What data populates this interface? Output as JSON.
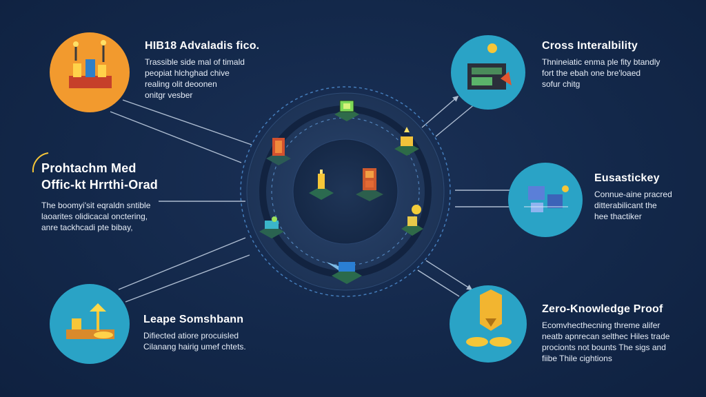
{
  "colors": {
    "background": "#13284a",
    "hub_fill": "#243a5c",
    "inner_fill": "#1a2d4c",
    "ring_dash": "#4a86c8",
    "connector": "#c8d6e8",
    "orange": "#f29a2e",
    "teal": "#2aa3c6"
  },
  "nodes": {
    "top_left": {
      "title": "HIB18 Advaladis fico.",
      "desc": [
        "Trassible side mal of timald",
        "peopiat hlchghad chive",
        "realing olit deoonen",
        "onitgr vesber"
      ]
    },
    "mid_left": {
      "title": [
        "Prohtachm Med",
        "Offic-kt Hrrthi-Orad"
      ],
      "desc": [
        "The boomyi'sit eqraldn sntible",
        "laoarites olidicacal onctering,",
        "anre tackhcadi pte bibay,"
      ]
    },
    "bottom_left": {
      "title": "Leape Somshbann",
      "desc": [
        "Difiected atiore procuisled",
        "Cilanang hairig umef chtets."
      ]
    },
    "top_right": {
      "title": "Cross Interalbility",
      "desc": [
        "Thnineiatic enma ple fity btandly",
        "fort the ebah one bre'loaed",
        "sofur chitg"
      ]
    },
    "mid_right": {
      "title": "Eusastickey",
      "desc": [
        "Connue-aine pracred",
        "ditterabilicant the",
        "hee thactiker"
      ]
    },
    "bottom_right": {
      "title": "Zero-Knowledge Proof",
      "desc": [
        "Ecomvhecthecning threme alifer",
        "neatb apnrecan selthec Hiles trade",
        "procionts not bounts The sigs and",
        "fiibe Thile cightions"
      ]
    }
  }
}
